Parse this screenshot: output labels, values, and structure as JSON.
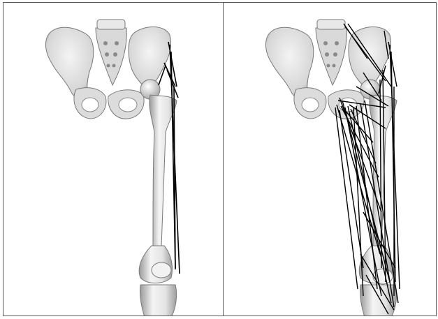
{
  "figure": {
    "panels": [
      {
        "id": "left",
        "subject": "pelvis-and-femur",
        "muscle_line_count": "few"
      },
      {
        "id": "right",
        "subject": "pelvis-and-femur",
        "muscle_line_count": "many"
      }
    ],
    "colors": {
      "background": "#ffffff",
      "frame": "#5a5a5a",
      "bone_light": "#f2f2f2",
      "bone_mid": "#c9c9c9",
      "bone_dark": "#8c8c8c",
      "muscle_line": "#000000"
    }
  }
}
